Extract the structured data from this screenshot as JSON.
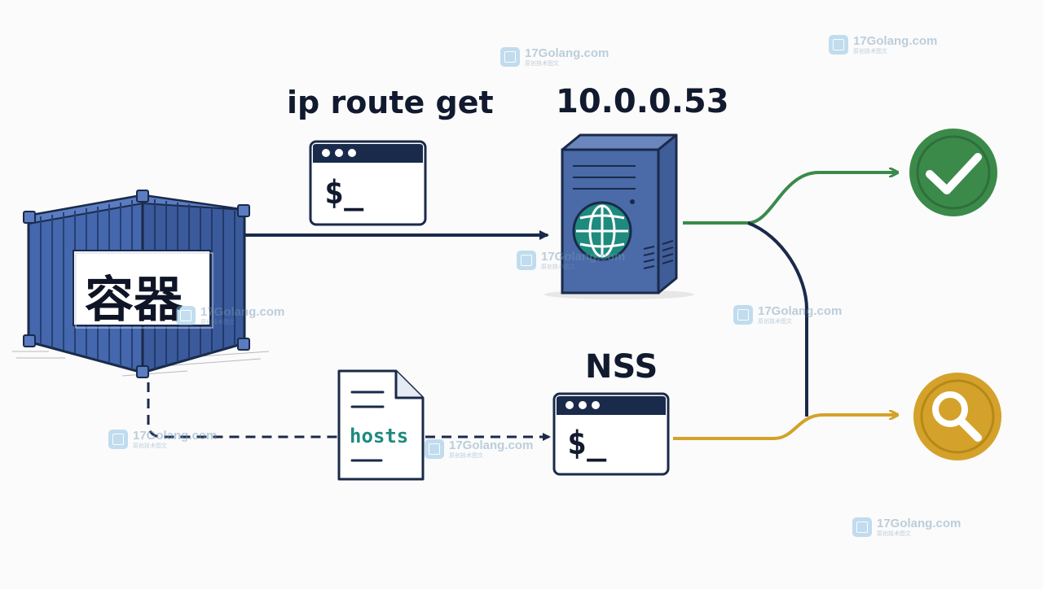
{
  "labels": {
    "ip_route_get": "ip route get",
    "server_ip": "10.0.0.53",
    "nss": "NSS",
    "container": "容器",
    "hosts": "hosts",
    "prompt": "$_"
  },
  "watermark": {
    "name": "17Golang.com",
    "sub": "原创技术图文"
  },
  "colors": {
    "navy": "#1a2a4a",
    "container_blue": "#3b5fa6",
    "server_blue": "#4a6aa8",
    "success_green": "#3b8a4a",
    "search_gold": "#d4a22a",
    "globe_teal": "#1f8a7e"
  },
  "icons": {
    "container": "shipping-container-icon",
    "terminal": "terminal-window-icon",
    "server": "server-tower-icon",
    "globe": "globe-icon",
    "document": "document-icon",
    "success": "check-circle-icon",
    "search": "magnifier-circle-icon"
  }
}
